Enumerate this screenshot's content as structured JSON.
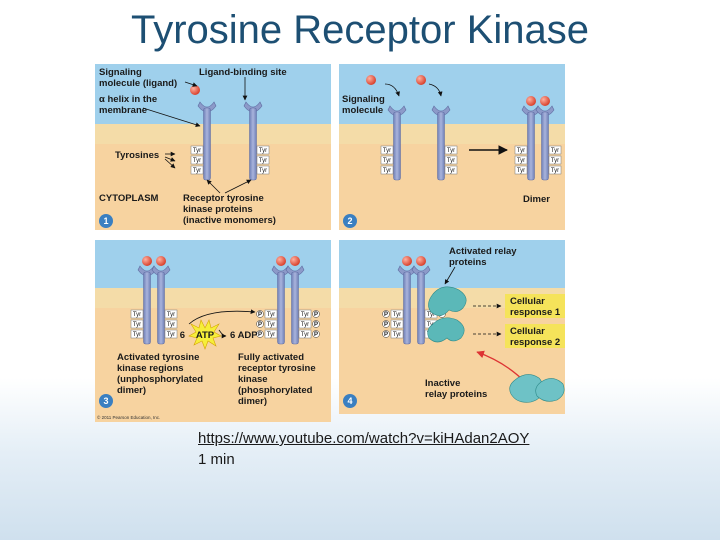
{
  "slide": {
    "title": "Tyrosine Receptor Kinase",
    "video_link": "https://www.youtube.com/watch?v=kiHAdan2AOY",
    "video_duration": "1 min"
  },
  "figure": {
    "panel1": {
      "number": "1",
      "signaling_molecule": [
        "Signaling",
        "molecule (ligand)"
      ],
      "ligand_binding_site": "Ligand-binding site",
      "alpha_helix": [
        "α helix in the",
        "membrane"
      ],
      "tyrosines": "Tyrosines",
      "cytoplasm": "CYTOPLASM",
      "receptor_proteins": [
        "Receptor tyrosine",
        "kinase proteins",
        "(inactive monomers)"
      ]
    },
    "panel2": {
      "number": "2",
      "signaling_molecule": [
        "Signaling",
        "molecule"
      ],
      "dimer": "Dimer"
    },
    "panel3": {
      "number": "3",
      "atp_count": "6",
      "atp": "ATP",
      "adp": "6 ADP",
      "activated_regions": [
        "Activated tyrosine",
        "kinase regions",
        "(unphosphorylated",
        "dimer)"
      ],
      "fully_activated": [
        "Fully activated",
        "receptor tyrosine",
        "kinase",
        "(phosphorylated",
        "dimer)"
      ],
      "copyright": "© 2011 Pearson Education, Inc."
    },
    "panel4": {
      "number": "4",
      "activated_relay": [
        "Activated relay",
        "proteins"
      ],
      "response1": [
        "Cellular",
        "response 1"
      ],
      "response2": [
        "Cellular",
        "response 2"
      ],
      "inactive_relay": [
        "Inactive",
        "relay proteins"
      ]
    },
    "tyr": "Tyr",
    "p": "P",
    "colors": {
      "extracellular": "#9fd0ec",
      "membrane": "#f4dca8",
      "cytoplasm": "#f7d3a0",
      "receptor": "#8c9ac9",
      "ligand": "#e0503a",
      "relay": "#5bb8b8",
      "response_box": "#f5e35a",
      "atp": "#f6ee3a"
    }
  }
}
